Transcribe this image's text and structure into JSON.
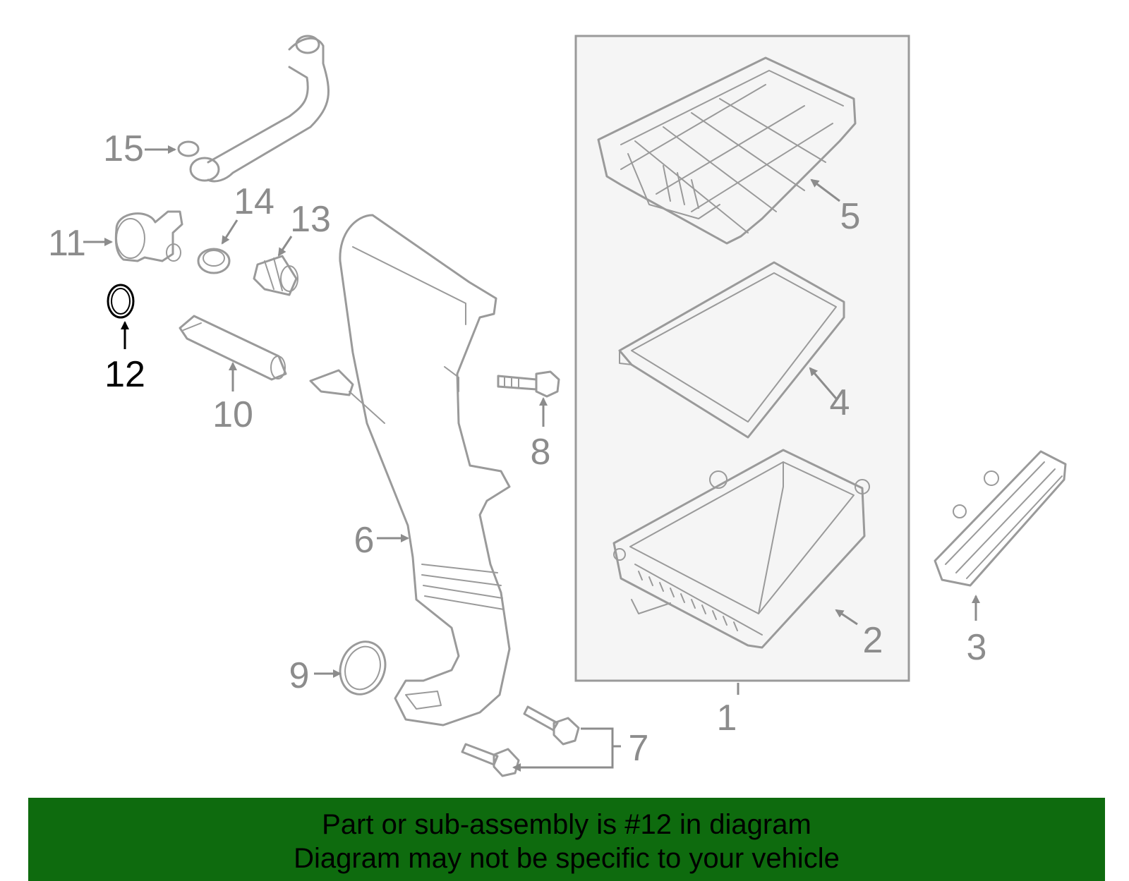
{
  "callouts": [
    {
      "id": "1",
      "label": "1"
    },
    {
      "id": "2",
      "label": "2"
    },
    {
      "id": "3",
      "label": "3"
    },
    {
      "id": "4",
      "label": "4"
    },
    {
      "id": "5",
      "label": "5"
    },
    {
      "id": "6",
      "label": "6"
    },
    {
      "id": "7",
      "label": "7"
    },
    {
      "id": "8",
      "label": "8"
    },
    {
      "id": "9",
      "label": "9"
    },
    {
      "id": "10",
      "label": "10"
    },
    {
      "id": "11",
      "label": "11"
    },
    {
      "id": "12",
      "label": "12",
      "highlight": true
    },
    {
      "id": "13",
      "label": "13"
    },
    {
      "id": "14",
      "label": "14"
    },
    {
      "id": "15",
      "label": "15"
    }
  ],
  "colors": {
    "banner_background": "#0e6b0e",
    "highlight": "#000000",
    "callout": "#8c8c8c",
    "assembly_box_fill": "#f5f5f5"
  },
  "banner": {
    "line1": "Part or sub-assembly is #12 in diagram",
    "line2": "Diagram may not be specific to your vehicle"
  }
}
